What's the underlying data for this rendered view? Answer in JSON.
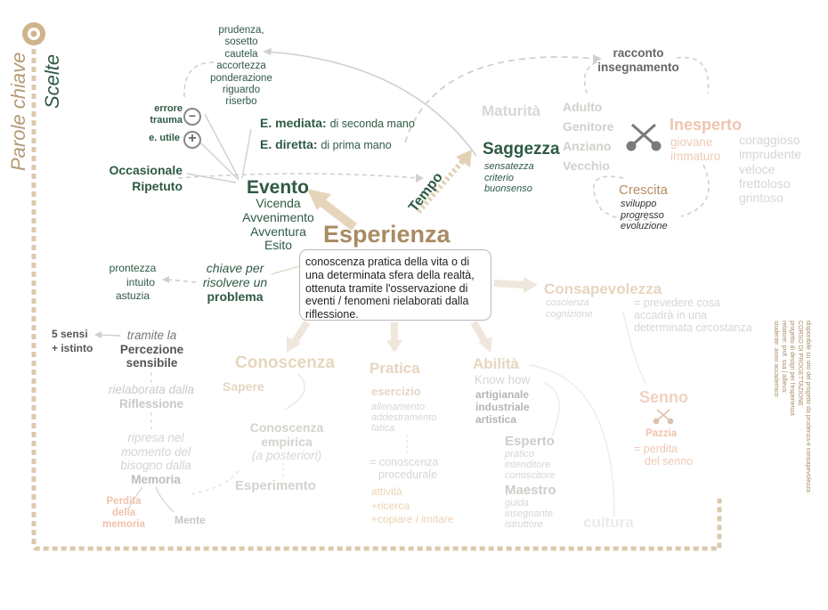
{
  "sidebar": {
    "parole_chiave": "Parole chiave",
    "scelte": "Scelte"
  },
  "top_list": [
    "prudenza,",
    "sosetto",
    "cautela",
    "accortezza",
    "ponderazione",
    "riguardo",
    "riserbo"
  ],
  "errore": {
    "errore": "errore",
    "trauma": "trauma",
    "utile": "e. utile",
    "minus": "−",
    "plus": "+"
  },
  "mediata": {
    "label": "E. mediata:",
    "desc": "di seconda mano"
  },
  "diretta": {
    "label": "E. diretta:",
    "desc": "di prima mano"
  },
  "occasionale": [
    "Occasionale",
    "Ripetuto"
  ],
  "evento": {
    "title": "Evento",
    "items": [
      "Vicenda",
      "Avvenimento",
      "Avventura",
      "Esito"
    ]
  },
  "tempo": "Tempo",
  "esperienza": "Esperienza",
  "definition": "conoscenza pratica della vita o di una determinata sfera della realtà, ottenuta tramite l'osservazione di eventi / fenomeni rielaborati dalla riflessione.",
  "saggezza": {
    "title": "Saggezza",
    "items": [
      "sensatezza",
      "criterio",
      "buonsenso"
    ]
  },
  "maturita": "Maturità",
  "racconto": [
    "racconto",
    "insegnamento"
  ],
  "ages": [
    "Adulto",
    "Genitore",
    "Anziano",
    "Vecchio"
  ],
  "inesperto": {
    "title": "Inesperto",
    "items": [
      "giovane",
      "immaturo"
    ]
  },
  "inesperto_traits": [
    "coraggioso",
    "imprudente",
    "veloce",
    "frettoloso",
    "grintoso"
  ],
  "crescita": {
    "title": "Crescita",
    "items": [
      "sviluppo",
      "progresso",
      "evoluzione"
    ]
  },
  "prontezza": [
    "prontezza",
    "intuito",
    "astuzia"
  ],
  "chiave": {
    "line1": "chiave per",
    "line2": "risolvere un",
    "line3": "problema"
  },
  "consapevolezza": {
    "title": "Consapevolezza",
    "sub": [
      "coscienza",
      "cognizione"
    ],
    "desc": [
      "= prevedere cosa",
      "accadrà in una",
      "determinata circostanza"
    ]
  },
  "sensi": [
    "5 sensi",
    "+ istinto"
  ],
  "percezione": {
    "tramite": "tramite la",
    "title": "Percezione",
    "title2": "sensibile"
  },
  "riflessione": {
    "pre": "rielaborata dalla",
    "title": "Riflessione"
  },
  "memoria": {
    "pre": [
      "ripresa nel",
      "momento del",
      "bisogno dalla"
    ],
    "title": "Memoria"
  },
  "perdita": [
    "Perdita",
    "della",
    "memoria"
  ],
  "mente": "Mente",
  "conoscenza": {
    "title": "Conoscenza",
    "sapere": "Sapere",
    "empirica": [
      "Conoscenza",
      "empirica"
    ],
    "posteriori": "(a posteriori)",
    "esperimento": "Esperimento"
  },
  "pratica": {
    "title": "Pratica",
    "esercizio": "esercizio",
    "items": [
      "allenamento",
      "addestramento",
      "fatica"
    ],
    "procedurale": [
      "= conoscenza",
      "procedurale"
    ],
    "attivita": [
      "attività",
      "+ricerca",
      "+copiare / imitare"
    ]
  },
  "abilita": {
    "title": "Abilità",
    "knowhow": "Know how",
    "items": [
      "artigianale",
      "industriale",
      "artistica"
    ]
  },
  "esperto": {
    "title": "Esperto",
    "items": [
      "pratico",
      "intenditore",
      "conoscitore"
    ]
  },
  "maestro": {
    "title": "Maestro",
    "items": [
      "guida",
      "insegnante",
      "istruttore"
    ]
  },
  "cultura": "cultura",
  "senno": {
    "title": "Senno",
    "pazzia": "Pazzia",
    "items": [
      "= perdita",
      "del senno"
    ]
  },
  "right_vertical": "disponibile su sito del progetto da prudenza e consapevolezza\nCORSO DI PROGETTAZIONE\nprogetto di design per l'esperienza\nrelatore: prof. ssa | allieva:\nstudente: anno accademico"
}
